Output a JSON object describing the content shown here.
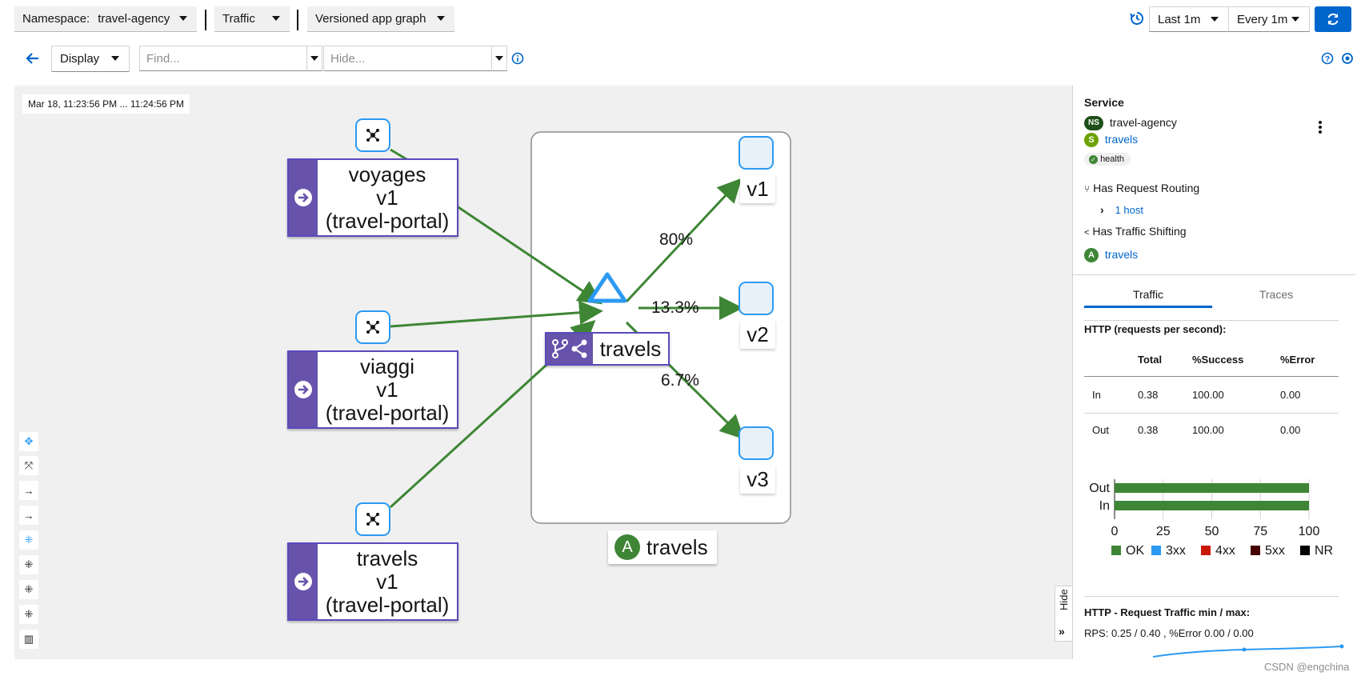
{
  "toolbar": {
    "namespace_label": "Namespace:",
    "namespace_value": "travel-agency",
    "traffic_label": "Traffic",
    "graph_type_label": "Versioned app graph",
    "time_range": "Last 1m",
    "refresh_interval": "Every 1m"
  },
  "secondary_toolbar": {
    "display_label": "Display",
    "find_placeholder": "Find...",
    "hide_placeholder": "Hide..."
  },
  "graph": {
    "timestamp": "Mar 18, 11:23:56 PM ... 11:24:56 PM",
    "source_nodes": [
      {
        "line1": "voyages",
        "line2": "v1",
        "line3": "(travel-portal)"
      },
      {
        "line1": "viaggi",
        "line2": "v1",
        "line3": "(travel-portal)"
      },
      {
        "line1": "travels",
        "line2": "v1",
        "line3": "(travel-portal)"
      }
    ],
    "service_node_label": "travels",
    "app_box_label": "travels",
    "app_badge": "A",
    "versions": [
      "v1",
      "v2",
      "v3"
    ],
    "edge_labels": [
      "80%",
      "13.3%",
      "6.7%"
    ]
  },
  "panel": {
    "type_title": "Service",
    "ns_badge": "NS",
    "ns_name": "travel-agency",
    "svc_badge": "S",
    "svc_name": "travels",
    "health_label": "health",
    "routing_label": "Has Request Routing",
    "host_link": "1 host",
    "shifting_label": "Has Traffic Shifting",
    "app_badge": "A",
    "app_name": "travels",
    "tabs": [
      "Traffic",
      "Traces"
    ],
    "http_title": "HTTP (requests per second):",
    "table_headers": [
      "Total",
      "%Success",
      "%Error"
    ],
    "rows": [
      {
        "dir": "In",
        "total": "0.38",
        "success": "100.00",
        "error": "0.00"
      },
      {
        "dir": "Out",
        "total": "0.38",
        "success": "100.00",
        "error": "0.00"
      }
    ],
    "minmax_title": "HTTP - Request Traffic min / max:",
    "minmax_values": "RPS: 0.25 / 0.40 , %Error 0.00 / 0.00",
    "hide_label": "Hide"
  },
  "chart_data": {
    "type": "bar",
    "orientation": "horizontal",
    "categories": [
      "Out",
      "In"
    ],
    "series": [
      {
        "name": "OK",
        "color": "#3e8635",
        "values": [
          100,
          100
        ]
      },
      {
        "name": "3xx",
        "color": "#2b9af3",
        "values": [
          0,
          0
        ]
      },
      {
        "name": "4xx",
        "color": "#c9190b",
        "values": [
          0,
          0
        ]
      },
      {
        "name": "5xx",
        "color": "#470000",
        "values": [
          0,
          0
        ]
      },
      {
        "name": "NR",
        "color": "#000000",
        "values": [
          0,
          0
        ]
      }
    ],
    "xlim": [
      0,
      100
    ],
    "xticks": [
      "0",
      "25",
      "50",
      "75",
      "100"
    ],
    "grid": true,
    "legend_position": "bottom"
  },
  "footer": "CSDN @engchina"
}
